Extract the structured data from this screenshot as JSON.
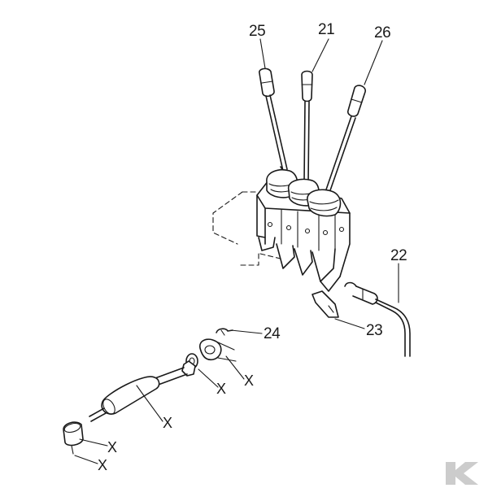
{
  "diagram": {
    "part_labels": {
      "p25": "25",
      "p21": "21",
      "p26": "26",
      "p22": "22",
      "p23": "23",
      "p24": "24"
    },
    "x_labels": [
      "X",
      "X",
      "X",
      "X",
      "X"
    ],
    "watermark_color": "#cccccc",
    "line_color": "#1a1a1a"
  }
}
